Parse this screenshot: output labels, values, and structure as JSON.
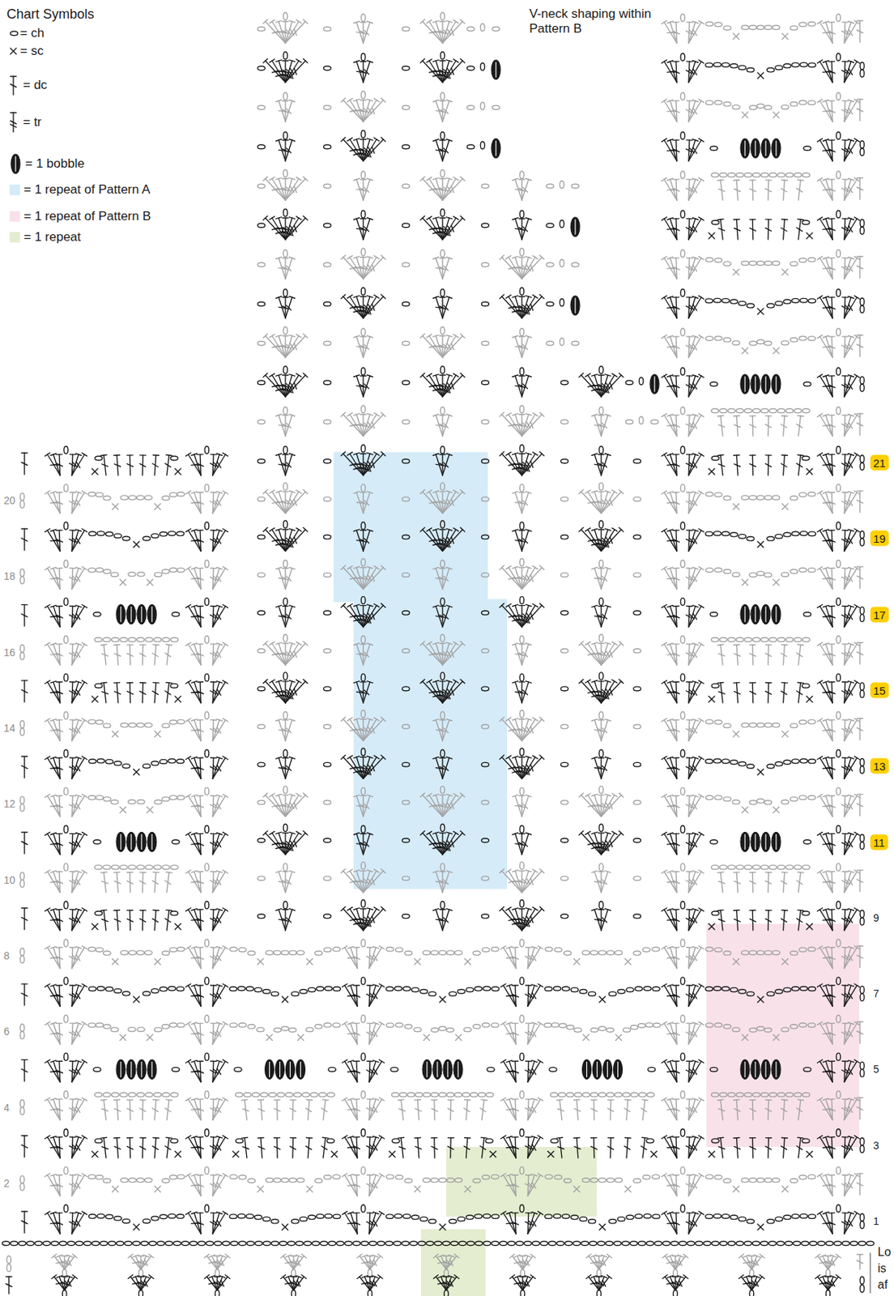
{
  "diagram": {
    "nodes": [
      {
        "text": [
          "21"
        ]
      },
      {
        "text": [
          "19"
        ]
      },
      {
        "text": [
          "17"
        ]
      },
      {
        "text": [
          "15"
        ]
      },
      {
        "text": [
          "13"
        ]
      },
      {
        "text": [
          "11"
        ]
      }
    ],
    "labels": [
      "Chart Symbols",
      "V-neck shaping within Pattern B",
      "20",
      "18",
      "16",
      "14",
      "12",
      "10",
      "8",
      "6",
      "4",
      "2",
      "9",
      "7",
      "5",
      "3",
      "1",
      "Lo",
      "is",
      "af"
    ],
    "legend": [
      {
        "text": "= ch"
      },
      {
        "text": "= sc"
      },
      {
        "text": "= dc"
      },
      {
        "text": "= tr"
      },
      {
        "text": "= 1 bobble"
      },
      {
        "text": "= 1 repeat of Pattern A",
        "color": "#d5ebf8"
      },
      {
        "text": "= 1 repeat of Pattern B",
        "color": "#f9e1ea"
      },
      {
        "text": "= 1 repeat",
        "color": "#e4edcf"
      }
    ]
  }
}
